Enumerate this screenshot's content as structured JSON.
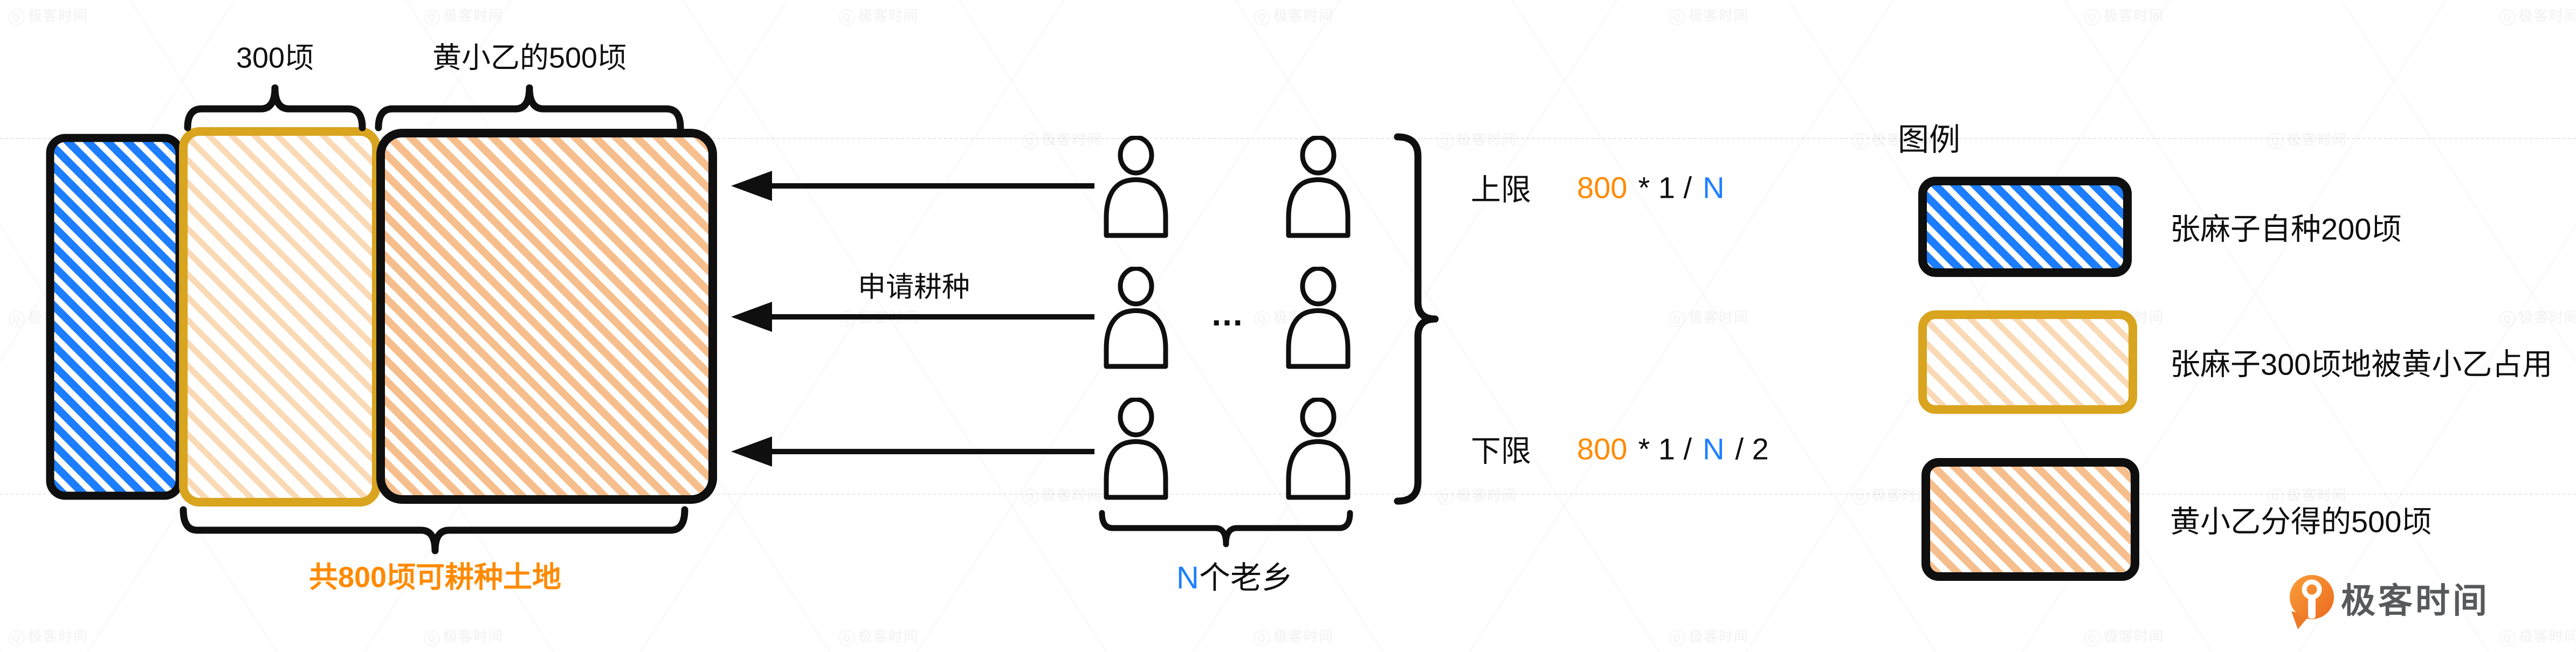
{
  "colors": {
    "hatch_blue": "#1C7DFE",
    "hatch_peach": "#FAD9B5",
    "hatch_orange": "#F6BE8C",
    "outline_black": "#0f0f0f",
    "outline_gold": "#D9A41E",
    "text_orange": "#FF8A00",
    "text_blue": "#1E80FF",
    "logo_orange": "#EC6A1F",
    "logo_gray": "#58595B"
  },
  "land": {
    "label_300": "300顷",
    "label_500": "黄小乙的500顷",
    "label_total": "共800顷可耕种土地"
  },
  "flow": {
    "request_label": "申请耕种",
    "ellipsis": "...",
    "n": "N",
    "n_rest": "个老乡"
  },
  "limits": {
    "upper_label": "上限",
    "upper_parts": [
      "800",
      "* 1 /",
      "N"
    ],
    "lower_label": "下限",
    "lower_parts": [
      "800",
      "* 1 /",
      "N",
      "/ 2"
    ]
  },
  "legend": {
    "title": "图例",
    "items": [
      {
        "label": "张麻子自种200顷",
        "swatch": "blue-hatch-black-border"
      },
      {
        "label": "张麻子300顷地被黄小乙占用",
        "swatch": "peach-hatch-gold-border"
      },
      {
        "label": "黄小乙分得的500顷",
        "swatch": "orange-hatch-black-border"
      }
    ]
  },
  "logo": {
    "text": "极客时间"
  },
  "watermark": {
    "icon": "Q",
    "text": "极客时间"
  }
}
